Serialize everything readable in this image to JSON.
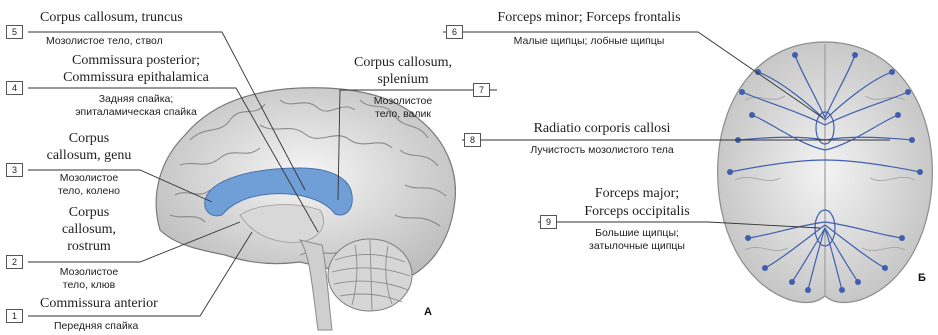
{
  "labels": {
    "l5": {
      "number": "5",
      "latin": [
        "Corpus callosum, truncus"
      ],
      "russian": [
        "Мозолистое тело, ствол"
      ]
    },
    "l4": {
      "number": "4",
      "latin": [
        "Commissura posterior;",
        "Commissura epithalamica"
      ],
      "russian": [
        "Задняя спайка;",
        "эпиталамическая спайка"
      ]
    },
    "l3": {
      "number": "3",
      "latin": [
        "Corpus",
        "callosum, genu"
      ],
      "russian": [
        "Мозолистое",
        "тело, колено"
      ]
    },
    "l2": {
      "number": "2",
      "latin": [
        "Corpus",
        "callosum,",
        "rostrum"
      ],
      "russian": [
        "Мозолистое",
        "тело, клюв"
      ]
    },
    "l1": {
      "number": "1",
      "latin": [
        "Commissura anterior"
      ],
      "russian": [
        "Передняя спайка"
      ]
    },
    "l7": {
      "number": "7",
      "latin": [
        "Corpus callosum,",
        "splenium"
      ],
      "russian": [
        "Мозолистое",
        "тело, валик"
      ]
    },
    "l6": {
      "number": "6",
      "latin": [
        "Forceps minor; Forceps frontalis"
      ],
      "russian": [
        "Малые щипцы; лобные щипцы"
      ]
    },
    "l8": {
      "number": "8",
      "latin": [
        "Radiatio corporis callosi"
      ],
      "russian": [
        "Лучистость мозолистого тела"
      ]
    },
    "l9": {
      "number": "9",
      "latin": [
        "Forceps major;",
        "Forceps occipitalis"
      ],
      "russian": [
        "Большие щипцы;",
        "затылочные щипцы"
      ]
    }
  },
  "panels": {
    "a": "А",
    "b": "Б"
  },
  "colors": {
    "corpus_callosum": "#6f9fd6",
    "fibers": "#3f5fae",
    "brain_fill": "#ececec",
    "brain_shade": "#b9b9b9",
    "gyri_line": "#8a8a8a",
    "leader_line": "#333333"
  }
}
